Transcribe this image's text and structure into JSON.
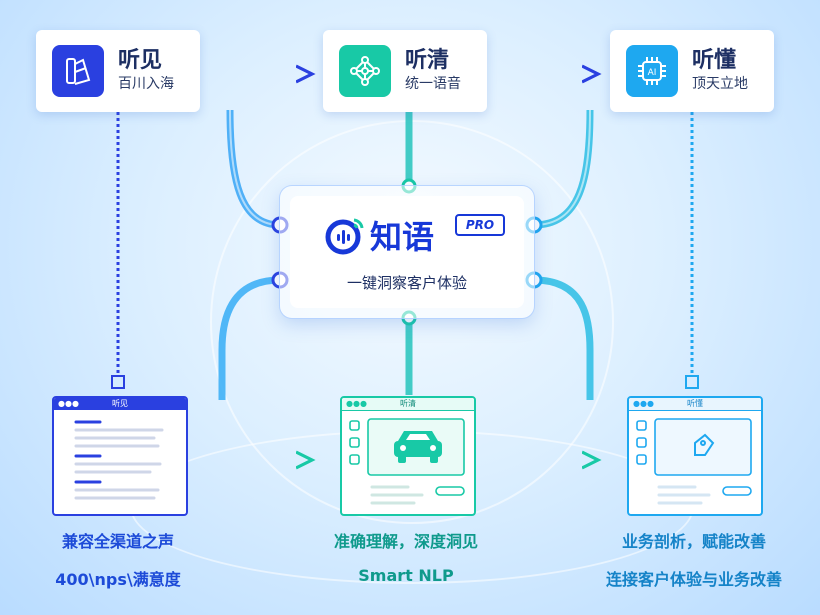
{
  "top_cards": [
    {
      "title": "听见",
      "subtitle": "百川入海",
      "icon": "color-swatch-icon",
      "color": "#2a40e0"
    },
    {
      "title": "听清",
      "subtitle": "统一语音",
      "icon": "neural-network-icon",
      "color": "#18c9a6"
    },
    {
      "title": "听懂",
      "subtitle": "顶天立地",
      "icon": "ai-chip-icon",
      "color": "#1ea8f0"
    }
  ],
  "center": {
    "brand": "知语",
    "badge": "PRO",
    "slogan": "一键洞察客户体验"
  },
  "windows": [
    {
      "title": "听见",
      "color": "#2a40e0"
    },
    {
      "title": "听清",
      "color": "#18c9a6"
    },
    {
      "title": "听懂",
      "color": "#1ea8f0"
    }
  ],
  "captions": [
    {
      "line1": "兼容全渠道之声",
      "line2": "400\\nps\\满意度",
      "color": "#1d4bd8"
    },
    {
      "line1": "准确理解，深度洞见",
      "line2": "Smart NLP",
      "color": "#0f9a8c"
    },
    {
      "line1": "业务剖析，赋能改善",
      "line2": "连接客户体验与业务改善",
      "color": "#1583c8"
    }
  ]
}
